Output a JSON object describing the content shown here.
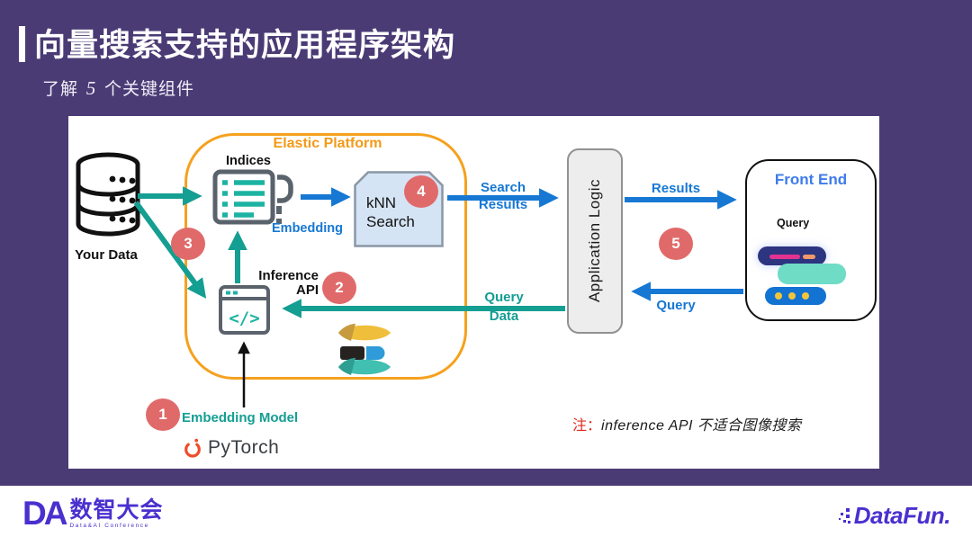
{
  "slide": {
    "title": "向量搜索支持的应用程序架构",
    "subtitle_prefix": "了解",
    "subtitle_number": "5",
    "subtitle_suffix": "个关键组件"
  },
  "diagram": {
    "your_data_label": "Your Data",
    "platform_label": "Elastic Platform",
    "indices_label": "Indices",
    "embedding_label": "Embedding",
    "inference_label_line1": "Inference",
    "inference_label_line2": "API",
    "inference_code_glyph": "</>",
    "knn_line1": "kNN",
    "knn_line2": "Search",
    "app_logic_label": "Application Logic",
    "front_end": {
      "title": "Front End",
      "query_label": "Query"
    },
    "flow_labels": {
      "search_results_line1": "Search",
      "search_results_line2": "Results",
      "query_data_line1": "Query",
      "query_data_line2": "Data",
      "results": "Results",
      "query": "Query"
    },
    "badges": {
      "b1": "1",
      "b2": "2",
      "b3": "3",
      "b4": "4",
      "b5": "5"
    },
    "embedding_model_label": "Embedding Model",
    "pytorch_label": "PyTorch",
    "note_prefix": "注：",
    "note_text": "inference API 不适合图像搜索",
    "icons": {
      "database": "your-data-database-icon",
      "indices": "indices-list-icon",
      "inference": "code-window-icon",
      "elastic": "elastic-logo",
      "pytorch": "pytorch-flame-icon"
    }
  },
  "footer": {
    "da_acronym": "DA",
    "da_name": "数智大会",
    "da_subtitle": "Data&AI Conference",
    "datafun_label": "DataFun."
  },
  "colors": {
    "background_purple": "#4A3B75",
    "accent_orange": "#F6A11E",
    "arrow_teal": "#159E92",
    "arrow_blue": "#1778D3",
    "front_end_blue": "#3E7BEB",
    "badge_coral": "#E06A6A",
    "note_red": "#E02A20",
    "footer_logo_purple": "#4A30CF",
    "knn_fill": "#D5E4F4"
  }
}
